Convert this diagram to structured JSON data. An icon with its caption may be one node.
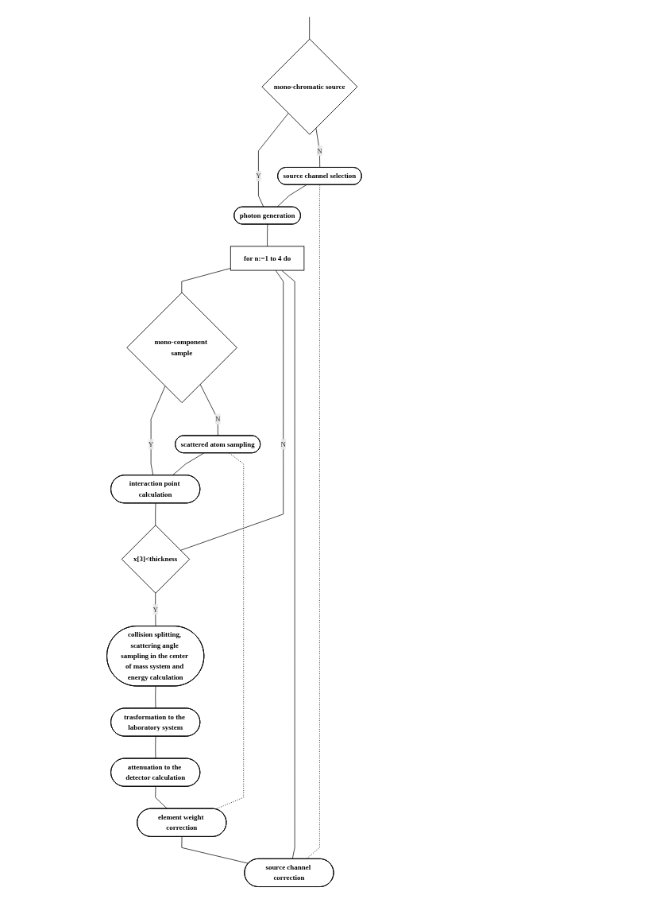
{
  "diagram": {
    "nodes": [
      {
        "text": [
          "mono-chromatic source"
        ]
      },
      {
        "text": [
          "photon generation"
        ]
      },
      {
        "text": [
          "source channel selection"
        ]
      },
      {
        "text": [
          "for n:=1 to 4 do"
        ]
      },
      {
        "text": [
          "mono-component sample"
        ]
      },
      {
        "text": [
          "interaction point calculation"
        ]
      },
      {
        "text": [
          "scattered atom sampling"
        ]
      },
      {
        "text": [
          "x[3]<thickness"
        ]
      },
      {
        "text": [
          "collision splitting, scattering angle sampling in the center of mass system and energy calculation"
        ]
      },
      {
        "text": [
          "trasformation to the laboratory system"
        ]
      },
      {
        "text": [
          "attenuation to the detector calculation"
        ]
      },
      {
        "text": [
          "element weight correction"
        ]
      },
      {
        "text": [
          "source channel correction"
        ]
      }
    ],
    "edges": [
      {
        "from": null,
        "to": 0,
        "arrow": "none"
      },
      {
        "from": 0,
        "to": 1,
        "label": "Y",
        "arrow": "none"
      },
      {
        "from": 0,
        "to": 2,
        "label": "N",
        "arrow": "none"
      },
      {
        "from": 2,
        "to": 1,
        "arrow": "none"
      },
      {
        "from": 1,
        "to": 3,
        "arrow": "none"
      },
      {
        "from": 3,
        "to": 4,
        "arrow": "none"
      },
      {
        "from": 4,
        "to": 5,
        "label": "Y",
        "arrow": "none"
      },
      {
        "from": 4,
        "to": 6,
        "label": "N",
        "arrow": "none"
      },
      {
        "from": 6,
        "to": 5,
        "arrow": "none"
      },
      {
        "from": 5,
        "to": 7,
        "arrow": "none"
      },
      {
        "from": 7,
        "to": 3,
        "label": "N",
        "arrow": "none"
      },
      {
        "from": 7,
        "to": 8,
        "label": "Y",
        "arrow": "none"
      },
      {
        "from": 8,
        "to": 9,
        "arrow": "none"
      },
      {
        "from": 9,
        "to": 10,
        "arrow": "none"
      },
      {
        "from": 10,
        "to": 11,
        "arrow": "none"
      },
      {
        "from": 11,
        "to": 12,
        "arrow": "none"
      },
      {
        "from": 12,
        "to": 3,
        "arrow": "none"
      },
      {
        "from": 2,
        "to": 12,
        "arrow": "none",
        "style": "dashed"
      },
      {
        "from": 6,
        "to": 11,
        "arrow": "none",
        "style": "dashed"
      }
    ]
  }
}
